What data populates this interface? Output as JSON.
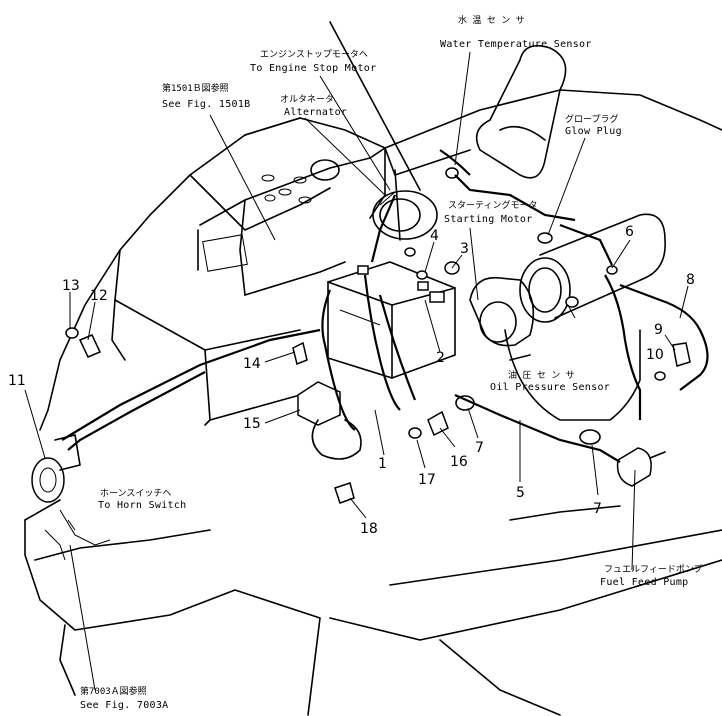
{
  "labels": {
    "engine_stop": {
      "jp": "エンジンストップモータヘ",
      "en": "To Engine Stop Motor"
    },
    "water_temp": {
      "jp": "水 温 セ ン サ",
      "en": "Water Temperature Sensor"
    },
    "fig1501": {
      "jp": "第1501Ｂ図参照",
      "en": "See Fig. 1501B"
    },
    "alternator": {
      "jp": "オルタネータ",
      "en": "Alternator"
    },
    "glow_plug": {
      "jp": "グロープラグ",
      "en": "Glow Plug"
    },
    "starting_motor": {
      "jp": "スターティングモータ",
      "en": "Starting Motor"
    },
    "oil_pressure": {
      "jp": "油 圧 セ ン サ",
      "en": "Oil Pressure Sensor"
    },
    "horn_switch": {
      "jp": "ホーンスイッチヘ",
      "en": "To Horn Switch"
    },
    "fuel_pump": {
      "jp": "フュエルフィードポンプ",
      "en": "Fuel Feed Pump"
    },
    "fig7003": {
      "jp": "第7003Ａ図参照",
      "en": "See Fig. 7003A"
    }
  },
  "callouts": {
    "n1": "1",
    "n2": "2",
    "n3": "3",
    "n4": "4",
    "n5": "5",
    "n6": "6",
    "n7a": "7",
    "n7b": "7",
    "n8": "8",
    "n9": "9",
    "n10": "10",
    "n11": "11",
    "n12": "12",
    "n13": "13",
    "n14": "14",
    "n15": "15",
    "n16": "16",
    "n17": "17",
    "n18": "18"
  }
}
